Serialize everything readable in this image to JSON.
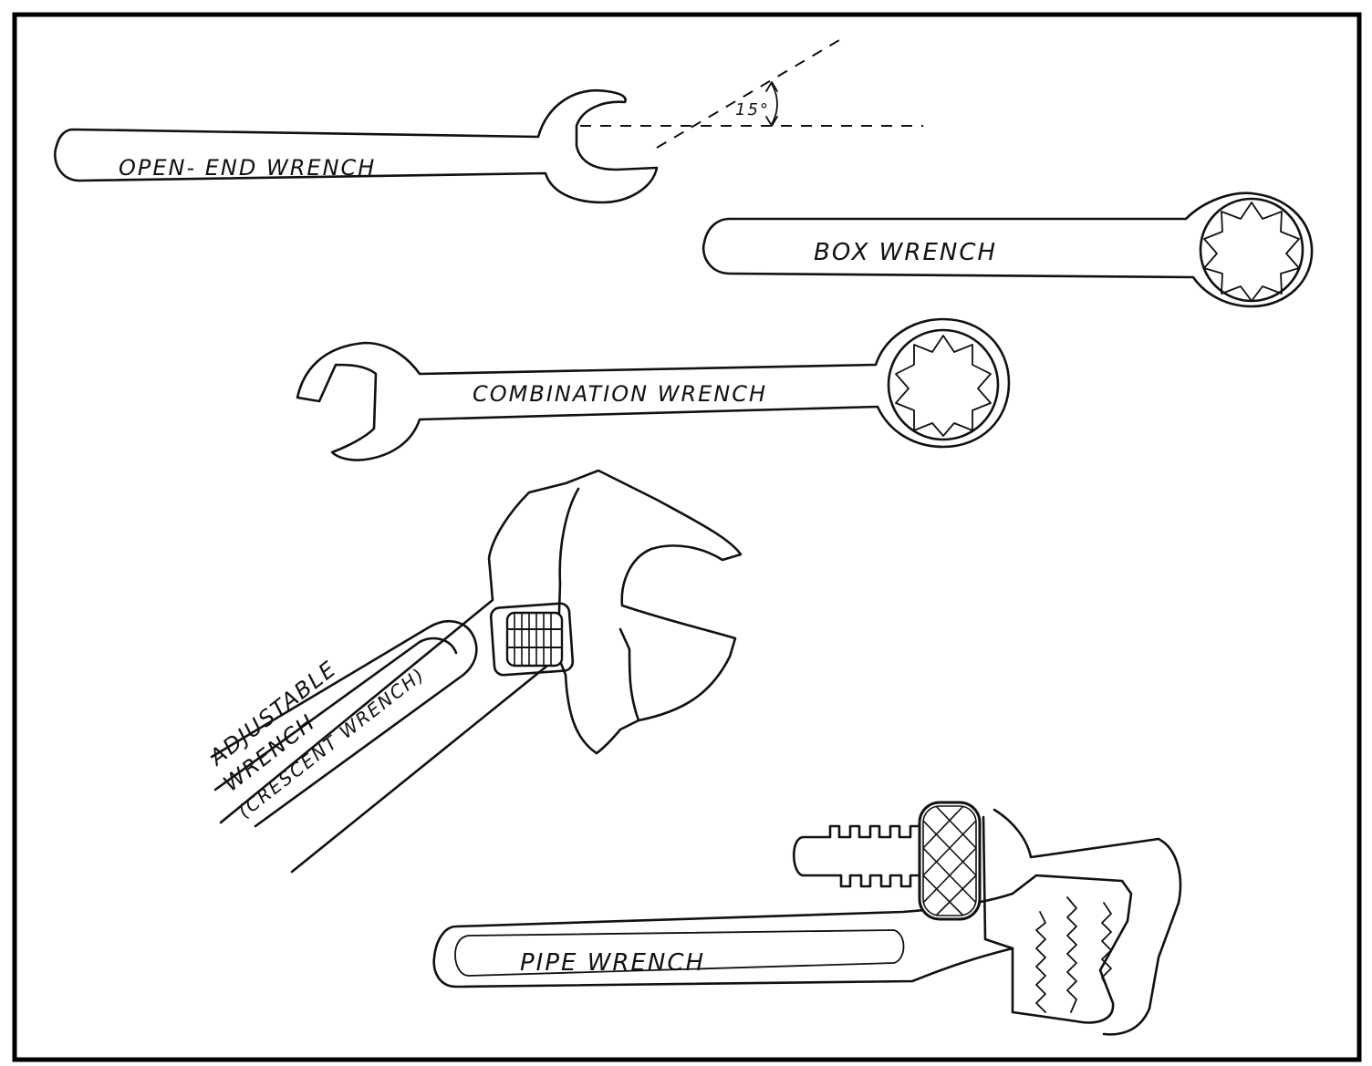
{
  "labels": {
    "open_end": "OPEN- END WRENCH",
    "box": "BOX WRENCH",
    "combination": "COMBINATION WRENCH",
    "adjustable_line1": "ADJUSTABLE",
    "adjustable_line2": "WRENCH",
    "adjustable_line3": "(CRESCENT WRENCH)",
    "pipe": "PIPE WRENCH",
    "angle": "15°"
  },
  "colors": {
    "ink": "#111111",
    "paper": "#ffffff"
  }
}
